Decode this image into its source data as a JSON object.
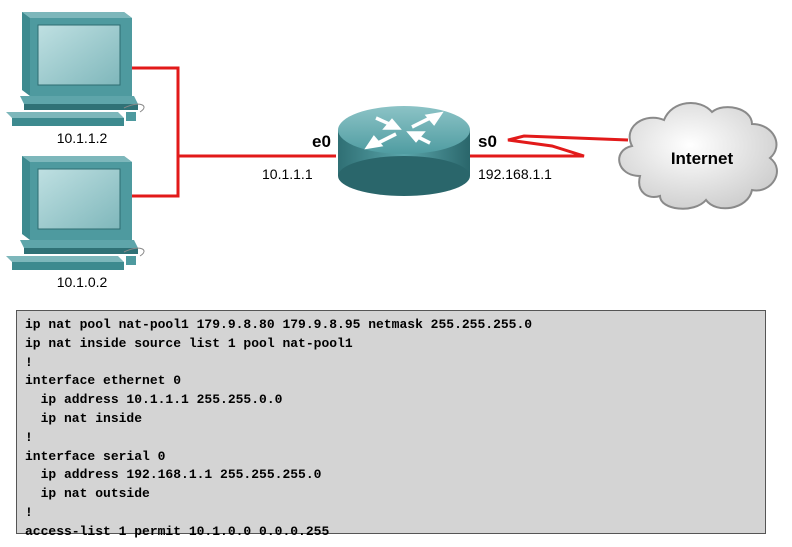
{
  "hosts": [
    {
      "ip": "10.1.1.2",
      "icon": "desktop-computer-icon"
    },
    {
      "ip": "10.1.0.2",
      "icon": "desktop-computer-icon"
    }
  ],
  "router": {
    "icon": "router-icon",
    "ethernet_interface": "e0",
    "ethernet_ip": "10.1.1.1",
    "serial_interface": "s0",
    "serial_ip": "192.168.1.1"
  },
  "cloud": {
    "label": "Internet",
    "icon": "cloud-icon"
  },
  "colors": {
    "link": "#e21a1a",
    "device_teal": "#3d8a8f",
    "config_bg": "#d4d4d4"
  },
  "config_lines": [
    "ip nat pool nat-pool1 179.9.8.80 179.9.8.95 netmask 255.255.255.0",
    "ip nat inside source list 1 pool nat-pool1",
    "!",
    "interface ethernet 0",
    "  ip address 10.1.1.1 255.255.0.0",
    "  ip nat inside",
    "!",
    "interface serial 0",
    "  ip address 192.168.1.1 255.255.255.0",
    "  ip nat outside",
    "!",
    "access-list 1 permit 10.1.0.0 0.0.0.255"
  ]
}
